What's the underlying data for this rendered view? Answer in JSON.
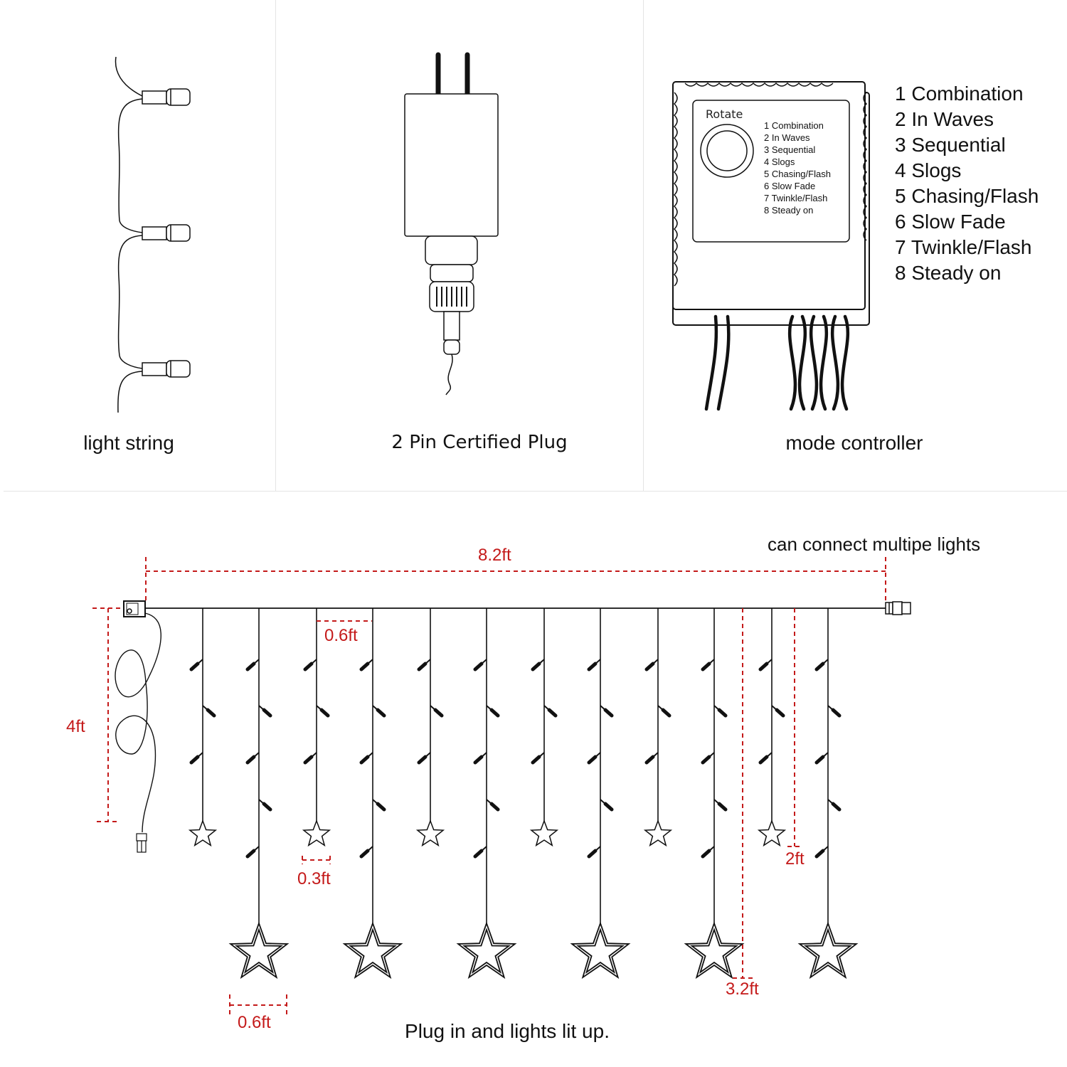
{
  "panels": {
    "light_string": {
      "caption": "light string"
    },
    "plug": {
      "caption": "2 Pin Certified Plug"
    },
    "controller": {
      "caption": "mode controller",
      "rotate_label": "Rotate",
      "modes": [
        "1 Combination",
        "2 In Waves",
        "3 Sequential",
        "4 Slogs",
        "5 Chasing/Flash",
        "6 Slow Fade",
        "7 Twinkle/Flash",
        "8 Steady on"
      ]
    }
  },
  "curtain": {
    "connect_note": "can connect multipe lights",
    "dimensions": {
      "total_width": "8.2ft",
      "lead_length": "4ft",
      "strand_spacing": "0.6ft",
      "small_star_width": "0.3ft",
      "large_star_width": "0.6ft",
      "short_strand_length": "2ft",
      "long_strand_length": "3.2ft"
    },
    "short_strand_count": 6,
    "long_strand_count": 6,
    "footer": "Plug in and lights lit up."
  },
  "colors": {
    "line": "#111111",
    "dimension": "#c41a1a",
    "divider": "#e4e4e4"
  }
}
